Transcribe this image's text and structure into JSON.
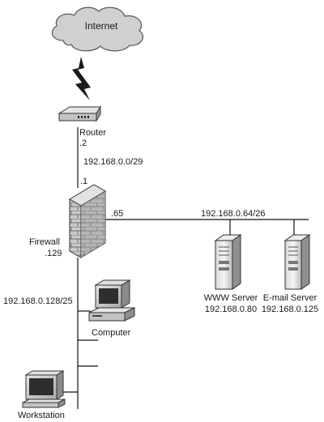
{
  "cloud": {
    "label": "Internet"
  },
  "router": {
    "label": "Router",
    "address": ".2"
  },
  "links": {
    "upper_network": "192.168.0.0/29",
    "firewall_upper_address": ".1",
    "firewall_dmz_address": ".65",
    "dmz_network": "192.168.0.64/26",
    "internal_network": "192.168.0.128/25"
  },
  "firewall": {
    "label": "Firewall",
    "address": ".129"
  },
  "www_server": {
    "label": "WWW Server",
    "address": "192.168.0.80"
  },
  "email_server": {
    "label": "E-mail Server",
    "address": "192.168.0.125"
  },
  "computer": {
    "label": "Computer"
  },
  "workstation": {
    "label": "Workstation"
  }
}
